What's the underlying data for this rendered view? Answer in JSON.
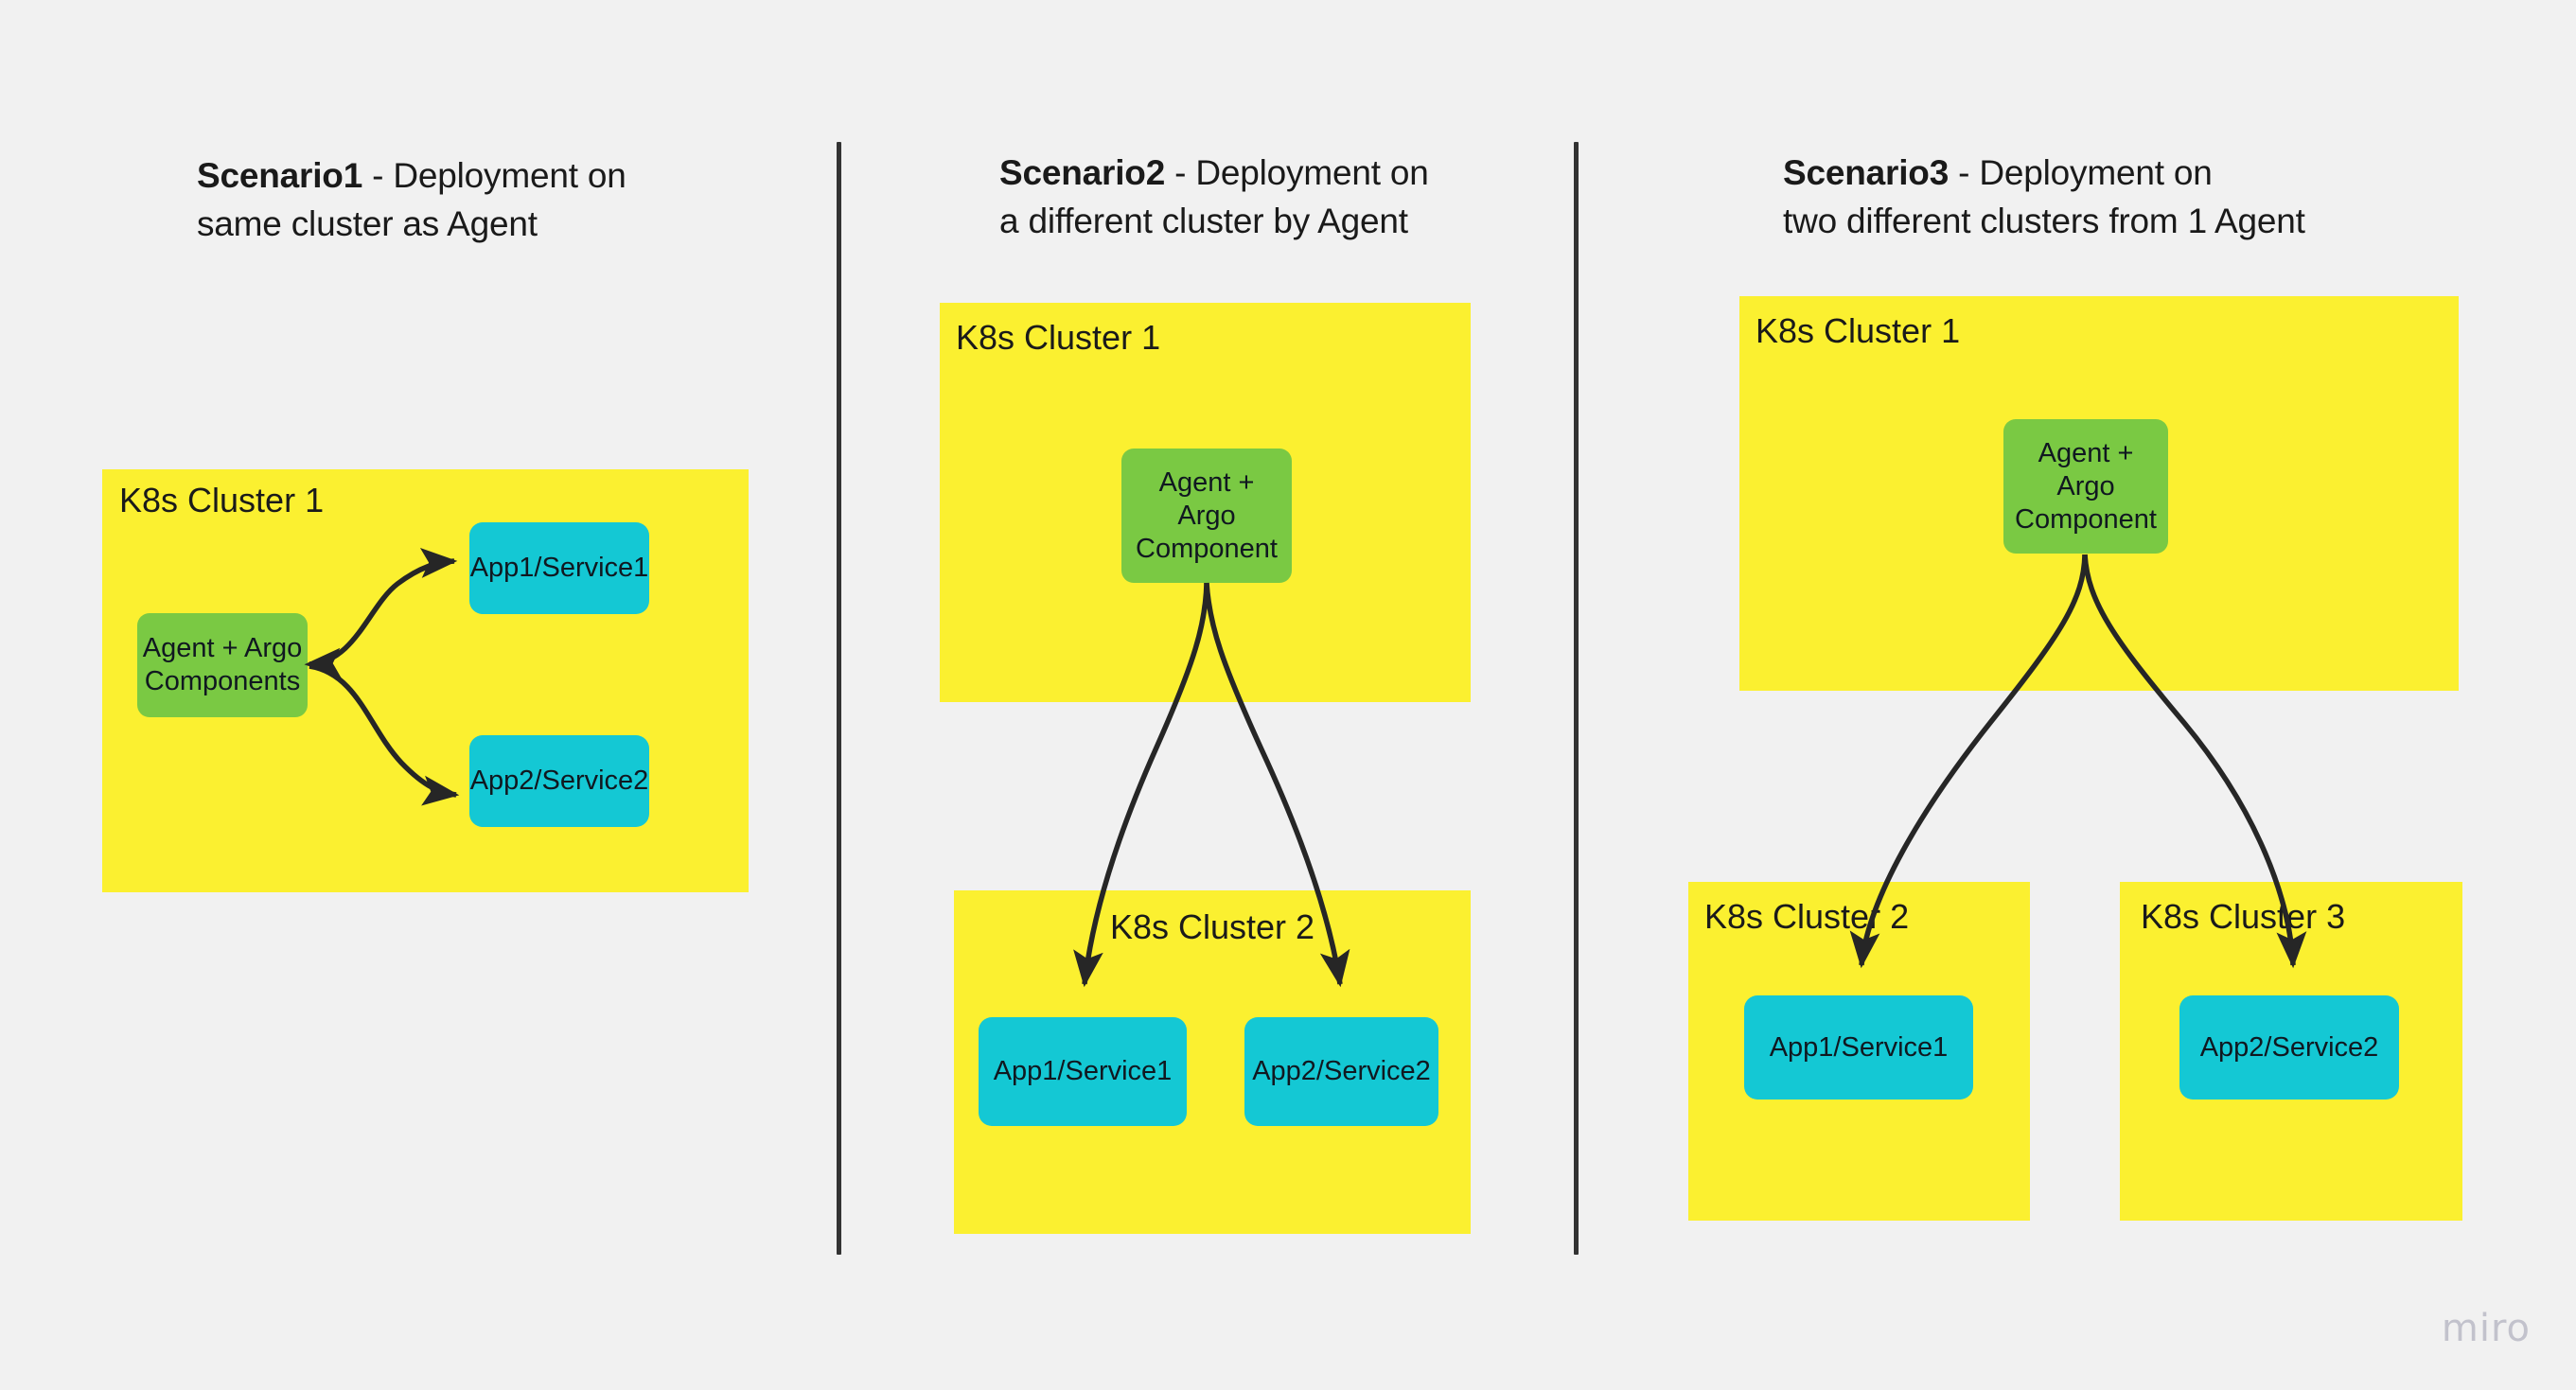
{
  "background_color": "#f1f1f1",
  "colors": {
    "cluster_yellow": "#fbf030",
    "agent_green": "#7ac943",
    "app_cyan": "#14c8d4",
    "arrow_dark": "#262626",
    "divider_dark": "#333333",
    "text_dark": "#1a1a1a",
    "watermark_gray": "#c2c2cc"
  },
  "watermark": "miro",
  "scenarios": [
    {
      "id": "scenario1",
      "title_bold": "Scenario1",
      "title_rest": " - Deployment on\nsame cluster as Agent",
      "clusters": [
        {
          "id": "s1-cluster1",
          "label": "K8s Cluster 1",
          "nodes": [
            {
              "id": "s1-agent",
              "label": "Agent + Argo\nComponents",
              "type": "agent"
            },
            {
              "id": "s1-app1",
              "label": "App1/Service1",
              "type": "app"
            },
            {
              "id": "s1-app2",
              "label": "App2/Service2",
              "type": "app"
            }
          ]
        }
      ],
      "edges": [
        {
          "from": "s1-agent",
          "to": "s1-app1"
        },
        {
          "from": "s1-agent",
          "to": "s1-app2"
        }
      ]
    },
    {
      "id": "scenario2",
      "title_bold": "Scenario2",
      "title_rest": " - Deployment on\na different cluster by Agent",
      "clusters": [
        {
          "id": "s2-cluster1",
          "label": "K8s Cluster 1",
          "nodes": [
            {
              "id": "s2-agent",
              "label": "Agent +\nArgo\nComponent",
              "type": "agent"
            }
          ]
        },
        {
          "id": "s2-cluster2",
          "label": "K8s Cluster 2",
          "nodes": [
            {
              "id": "s2-app1",
              "label": "App1/Service1",
              "type": "app"
            },
            {
              "id": "s2-app2",
              "label": "App2/Service2",
              "type": "app"
            }
          ]
        }
      ],
      "edges": [
        {
          "from": "s2-agent",
          "to": "s2-app1"
        },
        {
          "from": "s2-agent",
          "to": "s2-app2"
        }
      ]
    },
    {
      "id": "scenario3",
      "title_bold": "Scenario3",
      "title_rest": " - Deployment on\ntwo different clusters from 1 Agent",
      "clusters": [
        {
          "id": "s3-cluster1",
          "label": "K8s Cluster 1",
          "nodes": [
            {
              "id": "s3-agent",
              "label": "Agent +\nArgo\nComponent",
              "type": "agent"
            }
          ]
        },
        {
          "id": "s3-cluster2",
          "label": "K8s Cluster 2",
          "nodes": [
            {
              "id": "s3-app1",
              "label": "App1/Service1",
              "type": "app"
            }
          ]
        },
        {
          "id": "s3-cluster3",
          "label": "K8s Cluster 3",
          "nodes": [
            {
              "id": "s3-app2",
              "label": "App2/Service2",
              "type": "app"
            }
          ]
        }
      ],
      "edges": [
        {
          "from": "s3-agent",
          "to": "s3-app1"
        },
        {
          "from": "s3-agent",
          "to": "s3-app2"
        }
      ]
    }
  ]
}
